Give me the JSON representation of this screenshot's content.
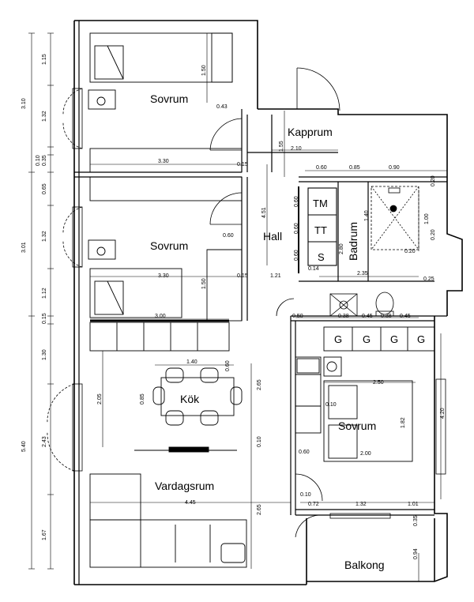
{
  "rooms": {
    "sovrum_top": "Sovrum",
    "sovrum_mid": "Sovrum",
    "kapprum": "Kapprum",
    "hall": "Hall",
    "badrum": "Badrum",
    "kok": "Kök",
    "vardagsrum": "Vardagsrum",
    "sovrum_right": "Sovrum",
    "balkong": "Balkong"
  },
  "labels": {
    "tm": "TM",
    "tt": "TT",
    "s": "S",
    "g": "G"
  },
  "left_dims_outer": [
    "3.10",
    "3.01",
    "5.40"
  ],
  "left_dims_inner": [
    "1.15",
    "1.32",
    "0.10",
    "0.35",
    "0.65",
    "1.32",
    "1.12",
    "0.15",
    "1.30",
    "2.43",
    "1.67"
  ],
  "dims": {
    "d150a": "1.50",
    "d043": "0.43",
    "d330a": "3.30",
    "d015a": "0.15",
    "d155": "1.55",
    "d210": "2.10",
    "d060a": "0.60",
    "d085": "0.85",
    "d090": "0.90",
    "d020a": "0.20",
    "d100": "1.00",
    "d140a": "1.40",
    "d020b": "0.20",
    "d020c": "0.20",
    "d451": "4.51",
    "d060b": "0.60",
    "d060c": "0.60",
    "d060d": "0.60",
    "d280": "2.80",
    "d014": "0.14",
    "d235": "2.35",
    "d025": "0.25",
    "d060e": "0.60",
    "d330b": "3.30",
    "d150b": "1.50",
    "d015b": "0.15",
    "d121": "1.21",
    "d300": "3.00",
    "d050": "0.50",
    "d038a": "0.38",
    "d045a": "0.45",
    "d038b": "0.38",
    "d045b": "0.45",
    "d140b": "1.40",
    "d060f": "0.60",
    "d205": "2.05",
    "d085b": "0.85",
    "d265a": "2.65",
    "d250": "2.50",
    "d420": "4.20",
    "d182": "1.82",
    "d010a": "0.10",
    "d010b": "0.10",
    "d060g": "0.60",
    "d200": "2.00",
    "d445": "4.45",
    "d265b": "2.65",
    "d010c": "0.10",
    "d072": "0.72",
    "d132": "1.32",
    "d101": "1.01",
    "d035": "0.35",
    "d094": "0.94"
  }
}
